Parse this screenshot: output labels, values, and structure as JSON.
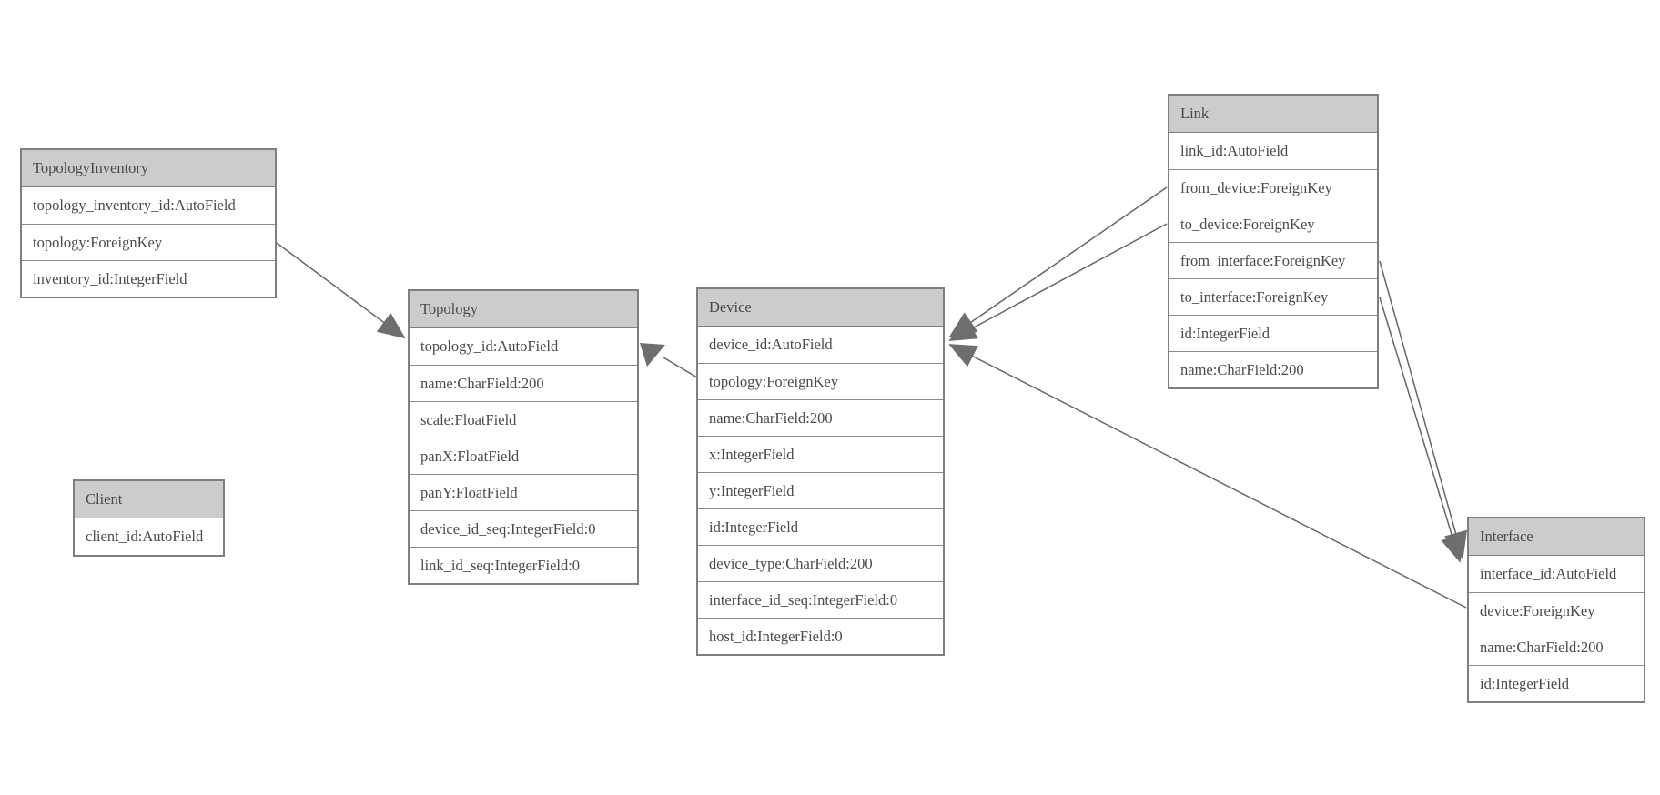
{
  "diagram": {
    "background": "#ffffff",
    "colors": {
      "header_fill": "#cccccc",
      "row_fill": "#ffffff",
      "border": "#7f7f7f",
      "text": "#4a4a4a",
      "connector_line": "#666666",
      "arrowhead_fill": "#6e6e6e"
    },
    "entities": {
      "topology_inventory": {
        "title": "TopologyInventory",
        "fields": [
          "topology_inventory_id:AutoField",
          "topology:ForeignKey",
          "inventory_id:IntegerField"
        ]
      },
      "topology": {
        "title": "Topology",
        "fields": [
          "topology_id:AutoField",
          "name:CharField:200",
          "scale:FloatField",
          "panX:FloatField",
          "panY:FloatField",
          "device_id_seq:IntegerField:0",
          "link_id_seq:IntegerField:0"
        ]
      },
      "client": {
        "title": "Client",
        "fields": [
          "client_id:AutoField"
        ]
      },
      "device": {
        "title": "Device",
        "fields": [
          "device_id:AutoField",
          "topology:ForeignKey",
          "name:CharField:200",
          "x:IntegerField",
          "y:IntegerField",
          "id:IntegerField",
          "device_type:CharField:200",
          "interface_id_seq:IntegerField:0",
          "host_id:IntegerField:0"
        ]
      },
      "link": {
        "title": "Link",
        "fields": [
          "link_id:AutoField",
          "from_device:ForeignKey",
          "to_device:ForeignKey",
          "from_interface:ForeignKey",
          "to_interface:ForeignKey",
          "id:IntegerField",
          "name:CharField:200"
        ]
      },
      "interface": {
        "title": "Interface",
        "fields": [
          "interface_id:AutoField",
          "device:ForeignKey",
          "name:CharField:200",
          "id:IntegerField"
        ]
      }
    },
    "relationships": [
      {
        "from": "TopologyInventory.topology",
        "to": "Topology.topology_id"
      },
      {
        "from": "Device.topology",
        "to": "Topology.topology_id"
      },
      {
        "from": "Link.from_device",
        "to": "Device.device_id"
      },
      {
        "from": "Link.to_device",
        "to": "Device.device_id"
      },
      {
        "from": "Link.from_interface",
        "to": "Interface.interface_id"
      },
      {
        "from": "Link.to_interface",
        "to": "Interface.interface_id"
      },
      {
        "from": "Interface.device",
        "to": "Device.device_id"
      }
    ]
  }
}
